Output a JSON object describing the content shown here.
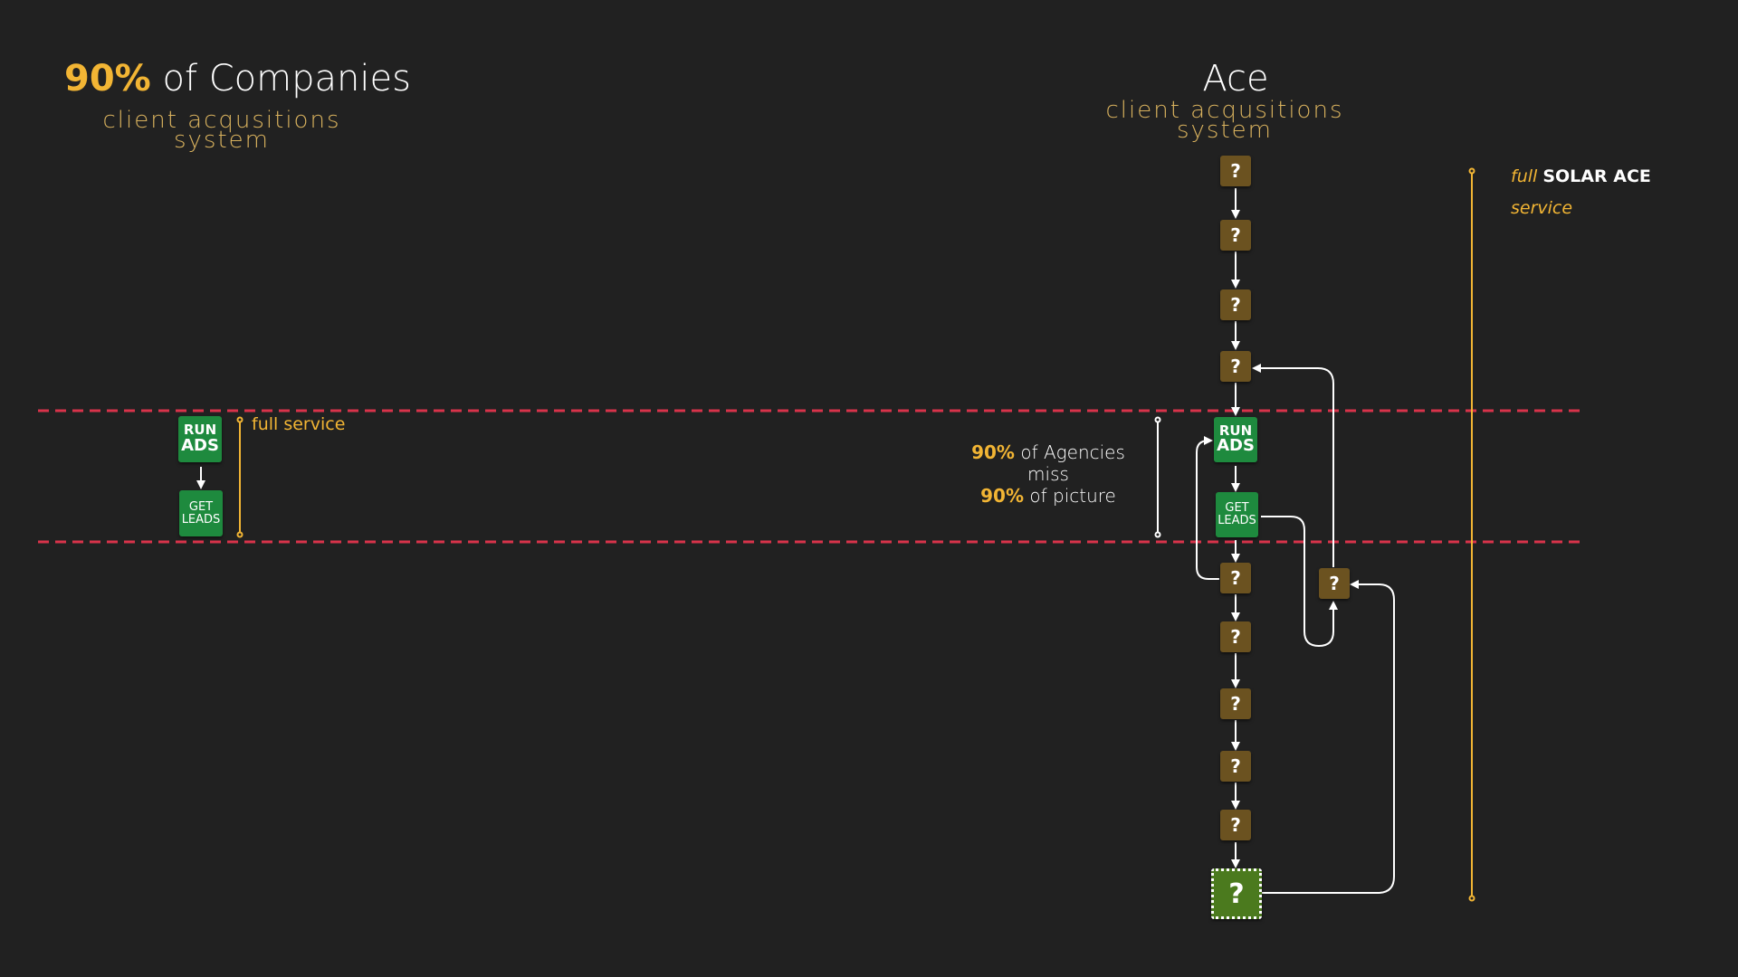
{
  "left": {
    "title_highlight": "90%",
    "title_rest": "of Companies",
    "subtitle_line1": "client acqusitions",
    "subtitle_line2": "system",
    "run_ads": [
      "RUN",
      "ADS"
    ],
    "get_leads": [
      "GET",
      "LEADS"
    ],
    "bracket_label": "full service"
  },
  "right": {
    "title": "Ace",
    "subtitle_line1": "client acqusitions",
    "subtitle_line2": "system",
    "unknown_step": "?",
    "run_ads": [
      "RUN",
      "ADS"
    ],
    "get_leads": [
      "GET",
      "LEADS"
    ],
    "annotation": {
      "line1_highlight": "90%",
      "line1_rest": "of Agencies",
      "line2": "miss",
      "line3_highlight": "90%",
      "line3_rest": "of picture"
    },
    "scope_label": {
      "italic": "full",
      "bold": "SOLAR ACE",
      "line2": "service"
    }
  },
  "colors": {
    "background": "#212121",
    "accent": "#f2b534",
    "unknown_box": "#6b5220",
    "action_box": "#1e8a3e",
    "final_box": "#4b7a1e",
    "boundary": "#d8334a"
  }
}
